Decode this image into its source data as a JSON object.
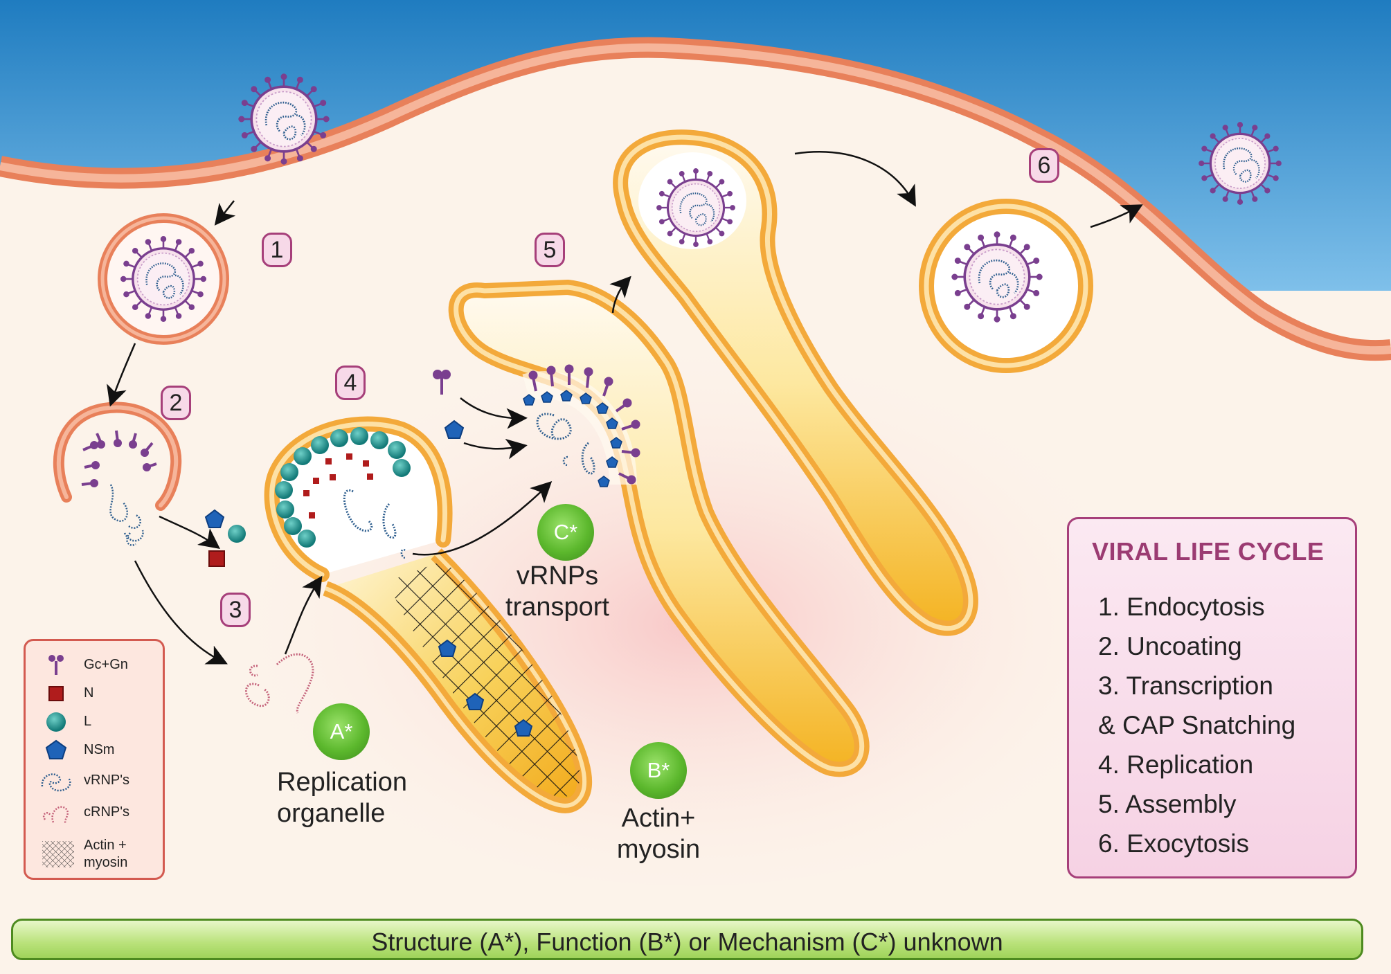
{
  "steps": {
    "s1": "1",
    "s2": "2",
    "s3": "3",
    "s4": "4",
    "s5": "5",
    "s6": "6"
  },
  "unknown_markers": {
    "a": "A*",
    "b": "B*",
    "c": "C*"
  },
  "labels": {
    "replication_organelle_line1": "Replication",
    "replication_organelle_line2": "organelle",
    "actin_line1": "Actin+",
    "actin_line2": "myosin",
    "vrnp_line1": "vRNPs",
    "vrnp_line2": "transport"
  },
  "life_cycle": {
    "title": "VIRAL LIFE CYCLE",
    "items": [
      "1. Endocytosis",
      "2. Uncoating",
      "3. Transcription",
      "& CAP Snatching",
      "4. Replication",
      "5. Assembly",
      "6. Exocytosis"
    ]
  },
  "legend": {
    "items": [
      {
        "label": "Gc+Gn",
        "icon": "glycoprotein-icon"
      },
      {
        "label": "N",
        "icon": "n-protein-icon"
      },
      {
        "label": "L",
        "icon": "l-protein-icon"
      },
      {
        "label": "NSm",
        "icon": "nsm-protein-icon"
      },
      {
        "label": "vRNP's",
        "icon": "vrnp-icon"
      },
      {
        "label": "cRNP's",
        "icon": "crnp-icon"
      },
      {
        "label": "Actin +",
        "label2": "myosin",
        "icon": "actin-myosin-icon"
      }
    ]
  },
  "footer": {
    "text": "Structure (A*),  Function (B*) or Mechanism (C*) unknown"
  },
  "colors": {
    "outside_blue": "#2a86c6",
    "membrane": "#e8805a",
    "cytoplasm": "#fcf3ea",
    "organelle_orange": "#f3a93a",
    "virion_purple": "#7a3f8f",
    "step_pink": "#a63f7a",
    "unknown_green": "#5cb82d"
  }
}
